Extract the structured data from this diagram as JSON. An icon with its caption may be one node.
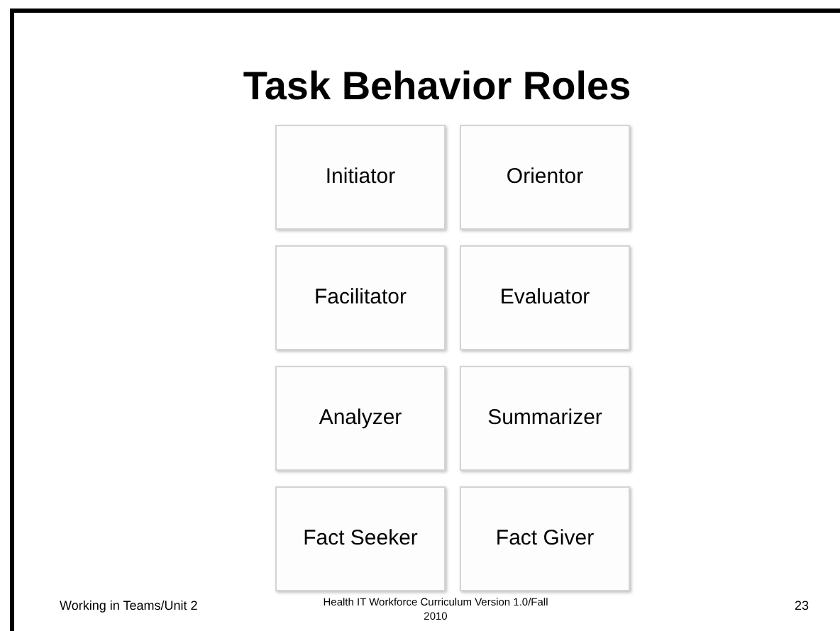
{
  "diagram": {
    "title": "Task Behavior Roles",
    "nodes": [
      {
        "text": [
          "Initiator"
        ]
      },
      {
        "text": [
          "Orientor"
        ]
      },
      {
        "text": [
          "Facilitator"
        ]
      },
      {
        "text": [
          "Evaluator"
        ]
      },
      {
        "text": [
          "Analyzer"
        ]
      },
      {
        "text": [
          "Summarizer"
        ]
      },
      {
        "text": [
          "Fact Seeker"
        ]
      },
      {
        "text": [
          "Fact Giver"
        ]
      }
    ],
    "labels": [
      "Working in Teams/Unit 2",
      "Health IT Workforce Curriculum Version 1.0/Fall 2010",
      "23"
    ]
  }
}
